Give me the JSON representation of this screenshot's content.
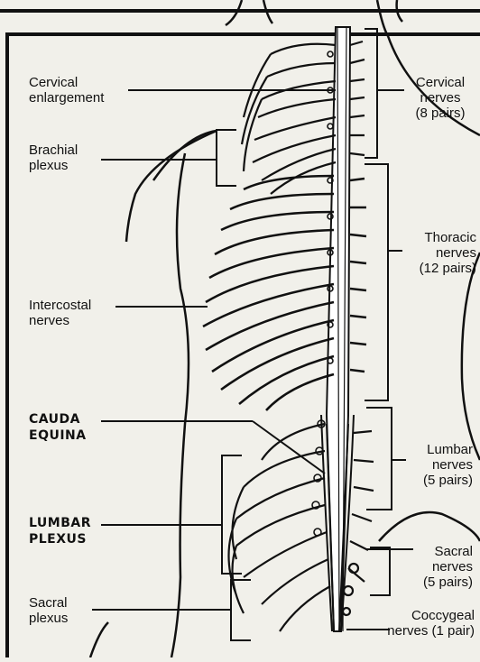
{
  "labels": {
    "left": {
      "cervical_enlargement": "Cervical\nenlargement",
      "brachial_plexus": "Brachial\nplexus",
      "intercostal_nerves": "Intercostal\nnerves",
      "cauda_equina": "CAUDA\nEQUINA",
      "lumbar_plexus": "LUMBAR\nPLEXUS",
      "sacral_plexus": "Sacral\nplexus"
    },
    "right": {
      "cervical_nerves": "Cervical\nnerves\n(8 pairs)",
      "thoracic_nerves": "Thoracic\nnerves\n(12 pairs)",
      "lumbar_nerves": "Lumbar\nnerves\n(5 pairs)",
      "sacral_nerves": "Sacral\nnerves\n(5 pairs)",
      "coccygeal_nerves": "Coccygeal\nnerves (1 pair)"
    }
  },
  "colors": {
    "paper": "#f1f0ea",
    "ink": "#111111"
  }
}
